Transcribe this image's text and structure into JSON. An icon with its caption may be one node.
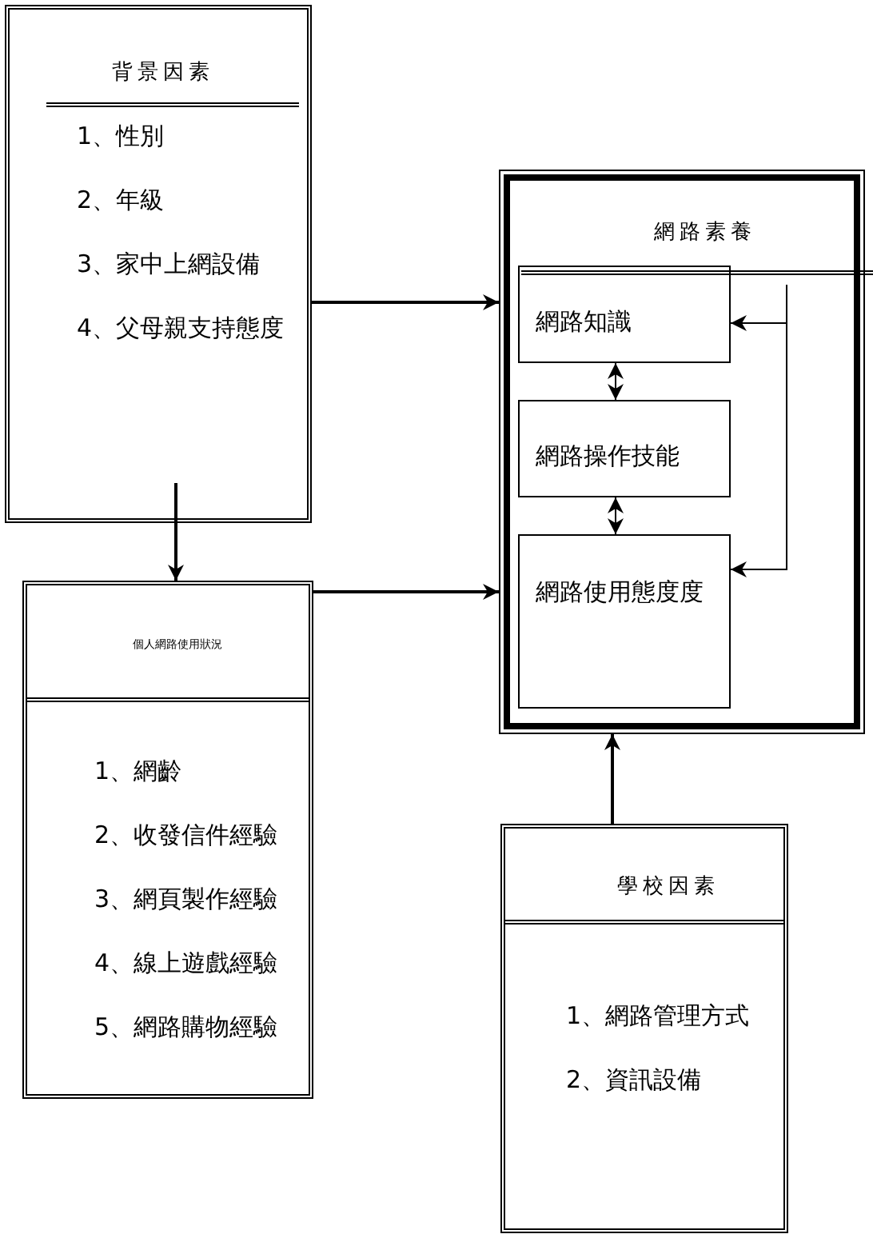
{
  "diagram": {
    "nodes": [
      {
        "text": [
          "背景因素",
          "1、性別",
          "2、年級",
          "3、家中上網設備",
          "4、父母親支持態度"
        ]
      },
      {
        "text": [
          "個人網路使用狀況",
          "1、網齡",
          "2、收發信件經驗",
          "3、網頁製作經驗",
          "4、線上遊戲經驗",
          "5、網路購物經驗"
        ]
      },
      {
        "text": [
          "網路素養"
        ]
      },
      {
        "text": [
          "網路知識"
        ],
        "in": 2
      },
      {
        "text": [
          "網路操作技能"
        ],
        "in": 2
      },
      {
        "text": [
          "網路使用態度度"
        ],
        "in": 2
      },
      {
        "text": [
          "學校因素",
          "1、網路管理方式",
          "2、資訊設備"
        ]
      }
    ],
    "edges": [
      {
        "from": 0,
        "to": 2,
        "arrow": "to"
      },
      {
        "from": 0,
        "to": 1,
        "arrow": "to"
      },
      {
        "from": 1,
        "to": 2,
        "arrow": "to"
      },
      {
        "from": 6,
        "to": 2,
        "arrow": "to"
      },
      {
        "from": 3,
        "to": 4,
        "arrow": "both"
      },
      {
        "from": 4,
        "to": 5,
        "arrow": "both"
      },
      {
        "from": null,
        "to": 3,
        "arrow": "to"
      },
      {
        "from": null,
        "to": 5,
        "arrow": "to"
      }
    ]
  }
}
